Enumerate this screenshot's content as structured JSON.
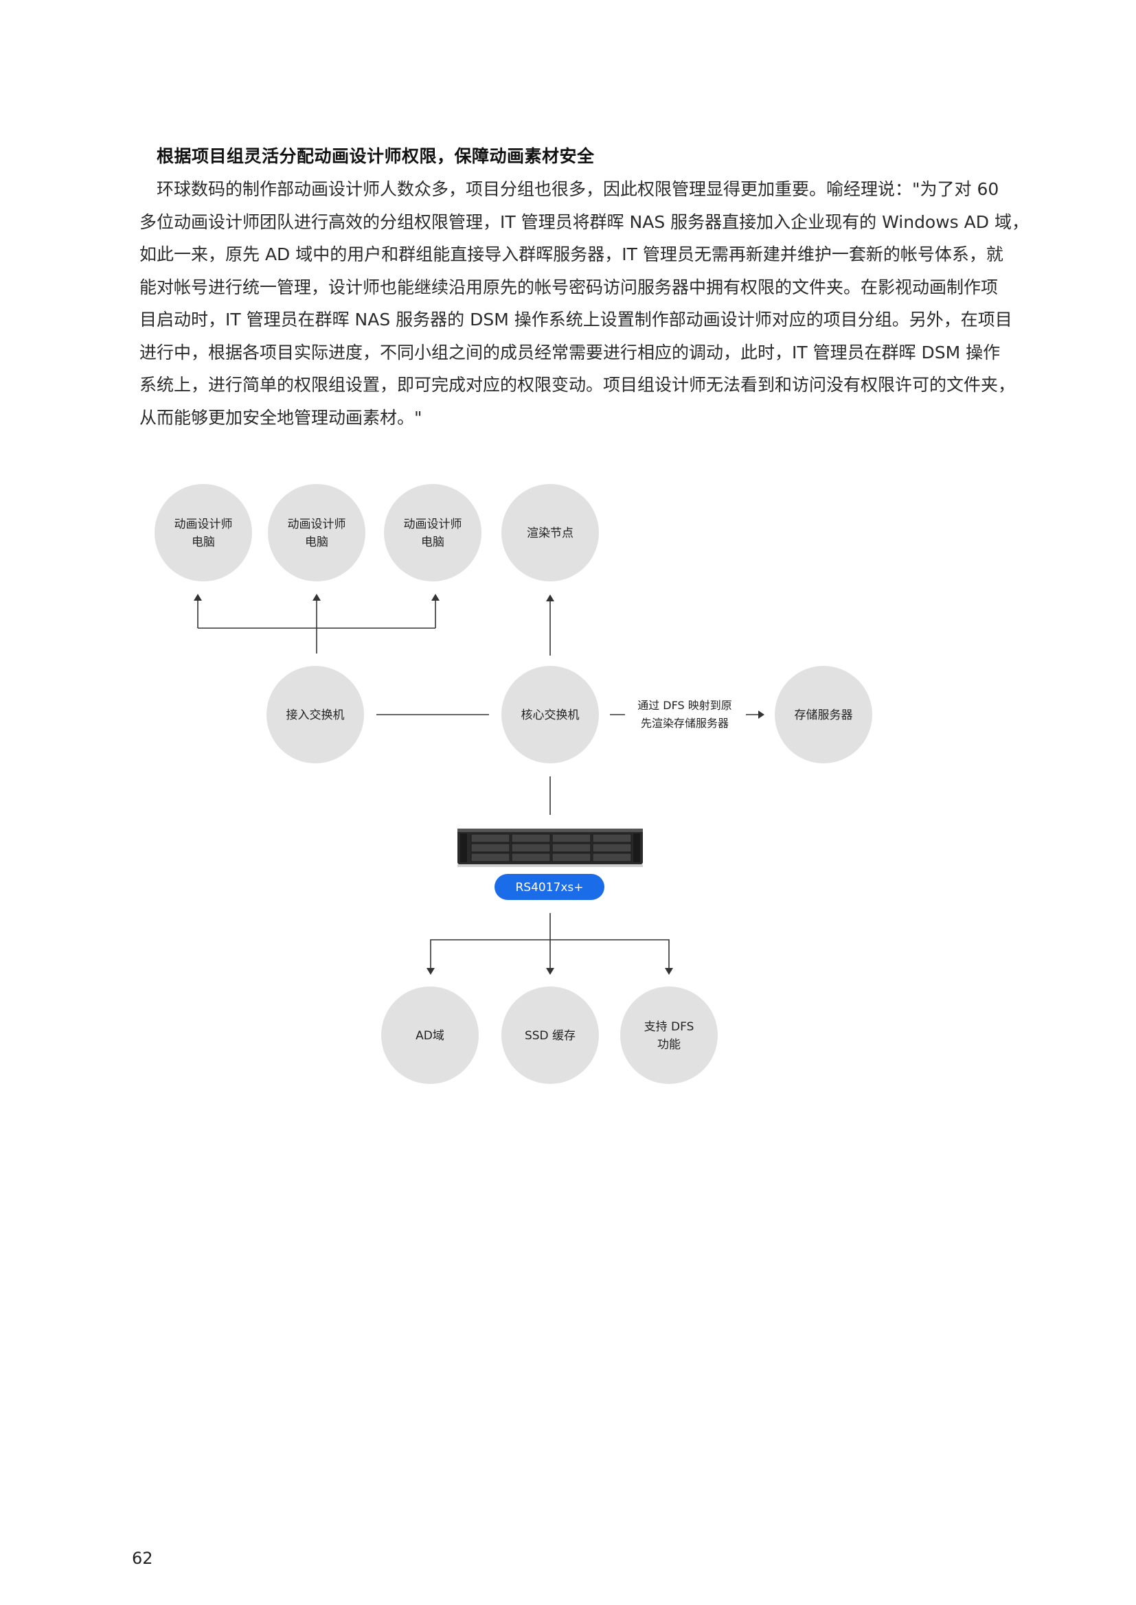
{
  "section": {
    "heading": "根据项目组灵活分配动画设计师权限，保障动画素材安全",
    "paragraph_lines": [
      "环球数码的制作部动画设计师人数众多，项目分组也很多，因此权限管理显得更加重要。喻经理说：\"为了对 60",
      "多位动画设计师团队进行高效的分组权限管理，IT 管理员将群晖 NAS 服务器直接加入企业现有的 Windows AD 域，",
      "如此一来，原先 AD 域中的用户和群组能直接导入群晖服务器，IT 管理员无需再新建并维护一套新的帐号体系，就",
      "能对帐号进行统一管理，设计师也能继续沿用原先的帐号密码访问服务器中拥有权限的文件夹。在影视动画制作项",
      "目启动时，IT 管理员在群晖 NAS 服务器的 DSM 操作系统上设置制作部动画设计师对应的项目分组。另外，在项目",
      "进行中，根据各项目实际进度，不同小组之间的成员经常需要进行相应的调动，此时，IT 管理员在群晖 DSM 操作",
      "系统上，进行简单的权限组设置，即可完成对应的权限变动。项目组设计师无法看到和访问没有权限许可的文件夹，",
      "从而能够更加安全地管理动画素材。\""
    ]
  },
  "diagram": {
    "designer_pc_1": [
      "动画设计师",
      "电脑"
    ],
    "designer_pc_2": [
      "动画设计师",
      "电脑"
    ],
    "designer_pc_3": [
      "动画设计师",
      "电脑"
    ],
    "render_node": "渲染节点",
    "access_switch": "接入交换机",
    "core_switch": "核心交换机",
    "dfs_label": [
      "通过 DFS 映射到原",
      "先渲染存储服务器"
    ],
    "storage_server": "存储服务器",
    "nas_model": "RS4017xs+",
    "ad_domain": "AD域",
    "ssd_cache": "SSD 缓存",
    "dfs_support": [
      "支持 DFS",
      "功能"
    ],
    "pill_color": "#1a6ce8",
    "node_color": "#e1e1e1"
  },
  "page_number": "62"
}
